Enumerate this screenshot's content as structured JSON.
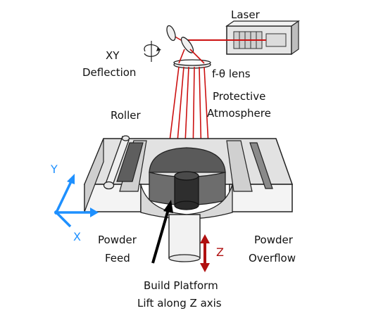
{
  "labels": {
    "laser": "Laser",
    "xy_line1": "XY",
    "xy_line2": "Deflection",
    "ftheta": "f-θ lens",
    "protective_line1": "Protective",
    "protective_line2": "Atmosphere",
    "roller": "Roller",
    "powder_feed_line1": "Powder",
    "powder_feed_line2": "Feed",
    "powder_overflow_line1": "Powder",
    "powder_overflow_line2": "Overflow",
    "z": "Z",
    "build_line1": "Build Platform",
    "build_line2": "Lift along Z axis",
    "axis_x": "X",
    "axis_y": "Y"
  },
  "colors": {
    "laser_beam": "#cc1111",
    "axis": "#1e90ff",
    "z_arrow": "#b01010",
    "machine_gray": "#d8d8d8",
    "chamber_dark": "#555555"
  }
}
